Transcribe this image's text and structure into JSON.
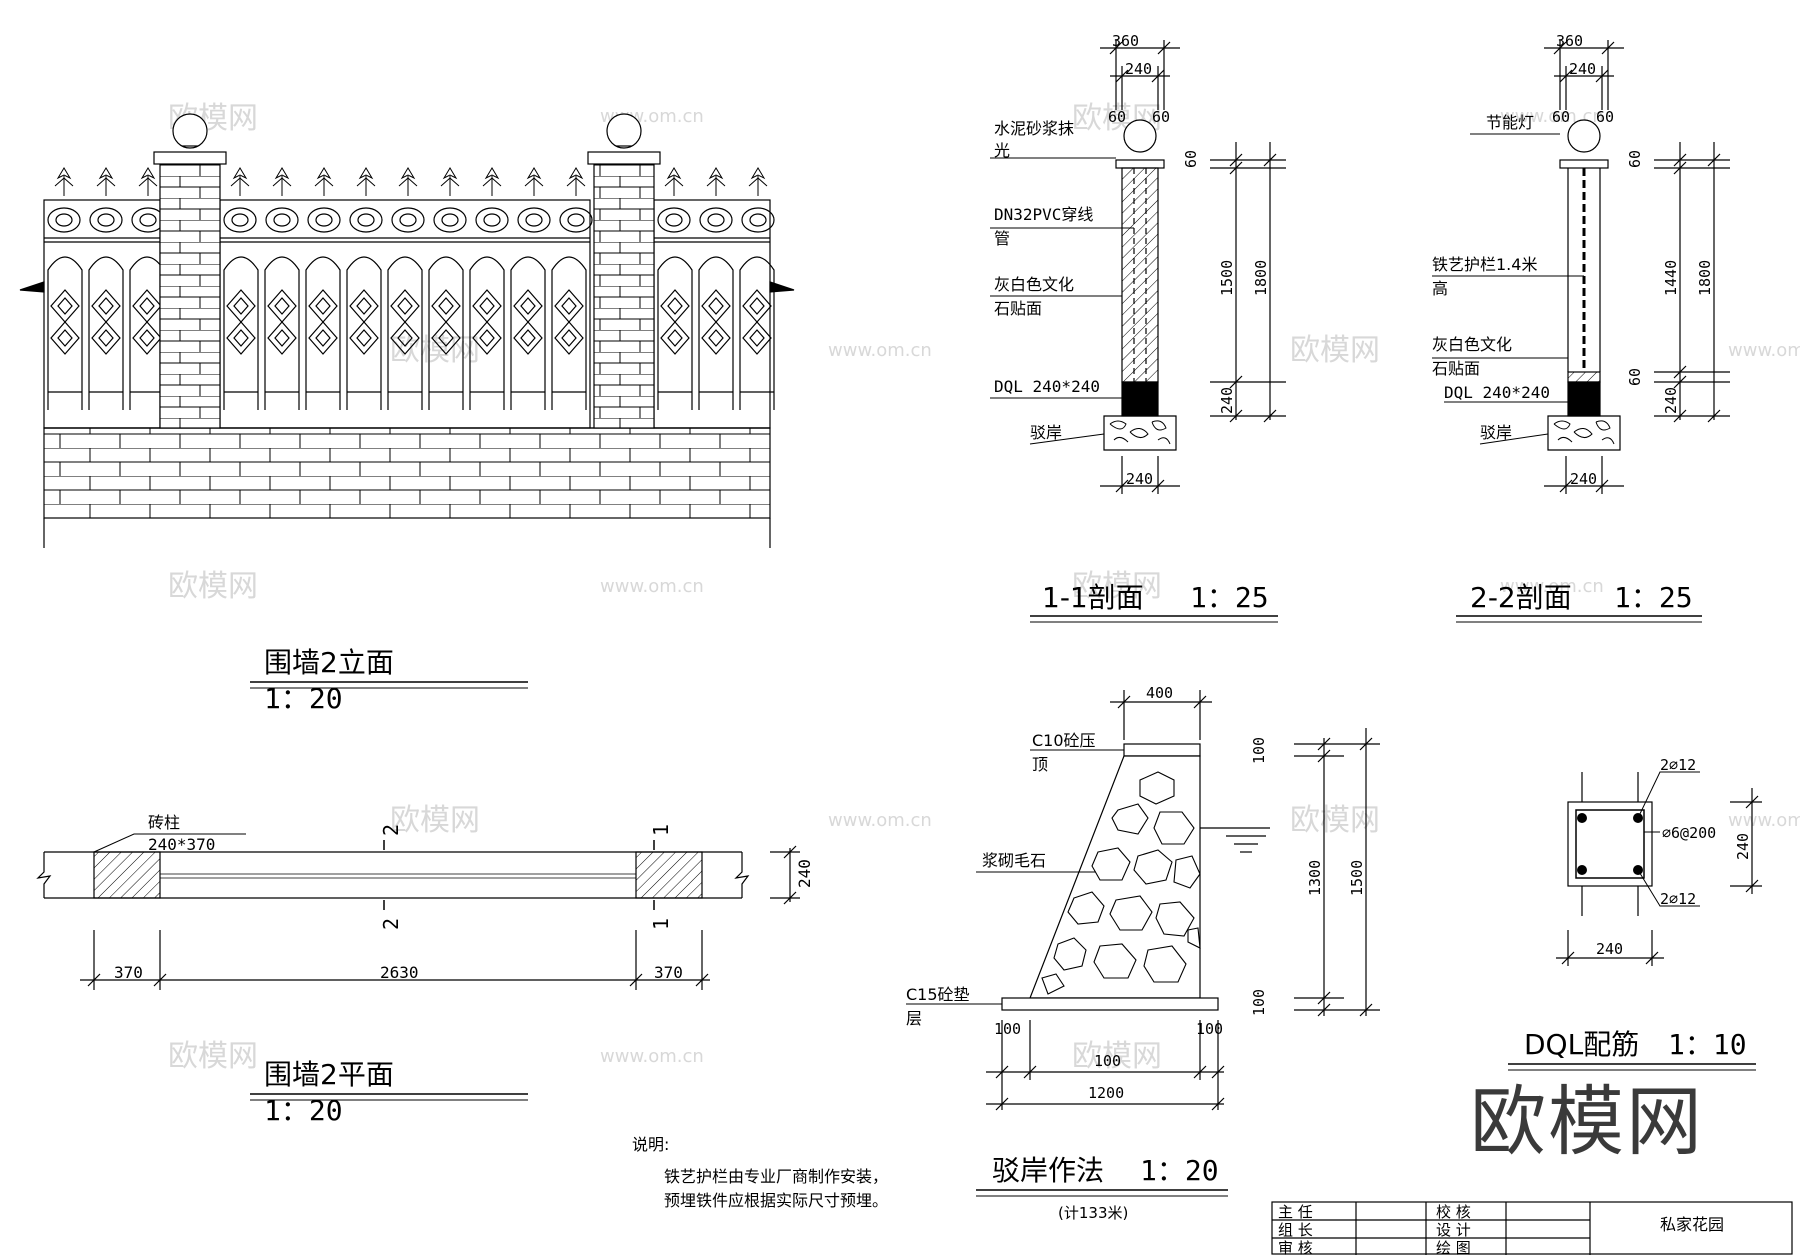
{
  "elevation": {
    "title": "围墙2立面",
    "scale": "1：20"
  },
  "plan": {
    "title": "围墙2平面",
    "scale": "1：20",
    "pillar_label": "砖柱",
    "pillar_size": "240*370",
    "dims": [
      "370",
      "2630",
      "370"
    ],
    "depth": "240",
    "cut_1": "1",
    "cut_2": "2"
  },
  "section_1": {
    "title": "1-1剖面",
    "scale": "1：25",
    "top_dims": [
      "360",
      "240",
      "60",
      "60"
    ],
    "labels": [
      "水泥砂浆抹",
      "光",
      "DN32PVC穿线",
      "管",
      "灰白色文化",
      "石贴面",
      "DQL 240*240",
      "驳岸"
    ],
    "right_dims": [
      "60",
      "1500",
      "1800",
      "240"
    ],
    "bottom_dim": "240"
  },
  "section_2": {
    "title": "2-2剖面",
    "scale": "1：25",
    "top_dims": [
      "360",
      "240",
      "60",
      "60"
    ],
    "labels": [
      "节能灯",
      "铁艺护栏1.4米",
      "高",
      "灰白色文化",
      "石贴面",
      "DQL 240*240",
      "驳岸"
    ],
    "right_dims": [
      "60",
      "1440",
      "1800",
      "60",
      "240"
    ],
    "bottom_dim": "240"
  },
  "revetment": {
    "title": "驳岸作法",
    "scale": "1：20",
    "note": "(计133米)",
    "labels": [
      "C10砼压",
      "顶",
      "浆砌毛石",
      "C15砼垫",
      "层"
    ],
    "dims": [
      "400",
      "100",
      "1300",
      "1500",
      "100",
      "100",
      "100",
      "100",
      "1200"
    ]
  },
  "dql": {
    "title": "DQL配筋",
    "scale": "1：10",
    "bar_top": "2∅12",
    "stirrup": "∅6@200",
    "bar_bottom": "2∅12",
    "height": "240",
    "width": "240"
  },
  "notes": {
    "heading": "说明:",
    "lines": [
      "铁艺护栏由专业厂商制作安装，",
      "预埋铁件应根据实际尺寸预埋。"
    ]
  },
  "title_block": {
    "cells": [
      "主  任",
      "校  核",
      "组  长",
      "设  计",
      "审  核",
      "绘  图"
    ],
    "project": "私家花园"
  },
  "watermarks": {
    "brand": "欧模网",
    "url": "www.om.cn"
  }
}
